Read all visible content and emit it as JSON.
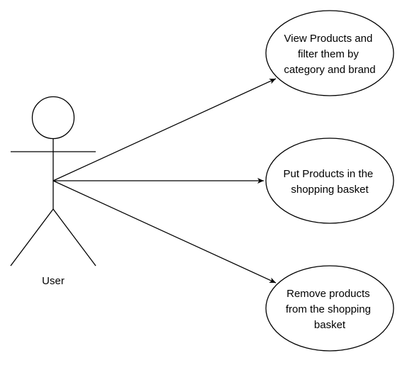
{
  "actor": {
    "name": "User"
  },
  "use_cases": [
    {
      "lines": [
        "View Products and",
        "filter them by",
        "category and brand"
      ]
    },
    {
      "lines": [
        "Put Products in the",
        "shopping basket"
      ]
    },
    {
      "lines": [
        "Remove products",
        "from the shopping",
        "basket"
      ]
    }
  ]
}
